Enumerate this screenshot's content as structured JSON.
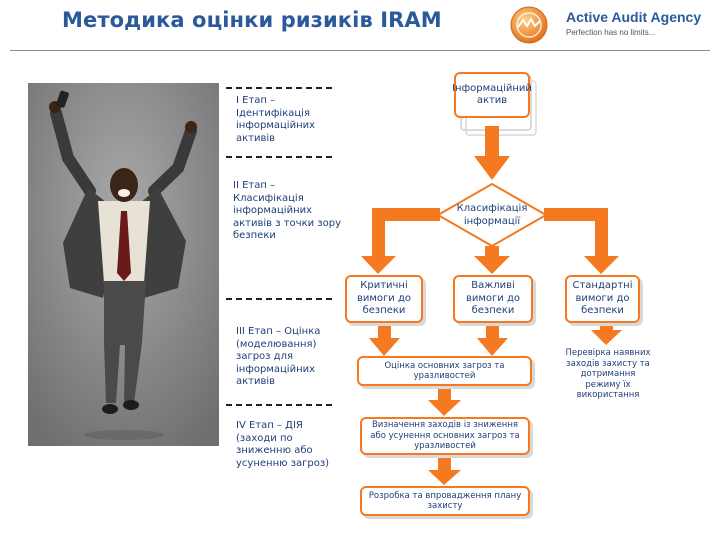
{
  "header": {
    "title": "Методика оцінки ризиків IRAM",
    "brand_name": "Active Audit Agency",
    "brand_slogan": "Perfection has no limits..."
  },
  "stages": {
    "s1": "I Етап – Ідентифікація інформаційних активів",
    "s2": "II Етап – Класифікація інформаційних активів з точки зору безпеки",
    "s3": "III Етап – Оцінка (моделювання) загроз для інформаційних активів",
    "s4": "IV Етап – ДІЯ (заходи по зниженню або усуненню загроз)"
  },
  "flow": {
    "info_asset": "Інформаційний актив",
    "classification": "Класифікація інформації",
    "critical": "Критичні вимоги до безпеки",
    "important": "Важливі вимоги до безпеки",
    "standard": "Стандартні вимоги до безпеки",
    "threat_assessment": "Оцінка основних загроз та уразливостей",
    "check_existing": "Перевірка наявних заходів захисту та дотримання режиму їх використання",
    "define_measures": "Визначення заходів із зниження або усунення основних загроз та уразливостей",
    "develop_plan": "Розробка та впровадження плану захисту"
  },
  "colors": {
    "accent": "#f47920",
    "title": "#2a5a9c",
    "text": "#1f3f7a"
  }
}
